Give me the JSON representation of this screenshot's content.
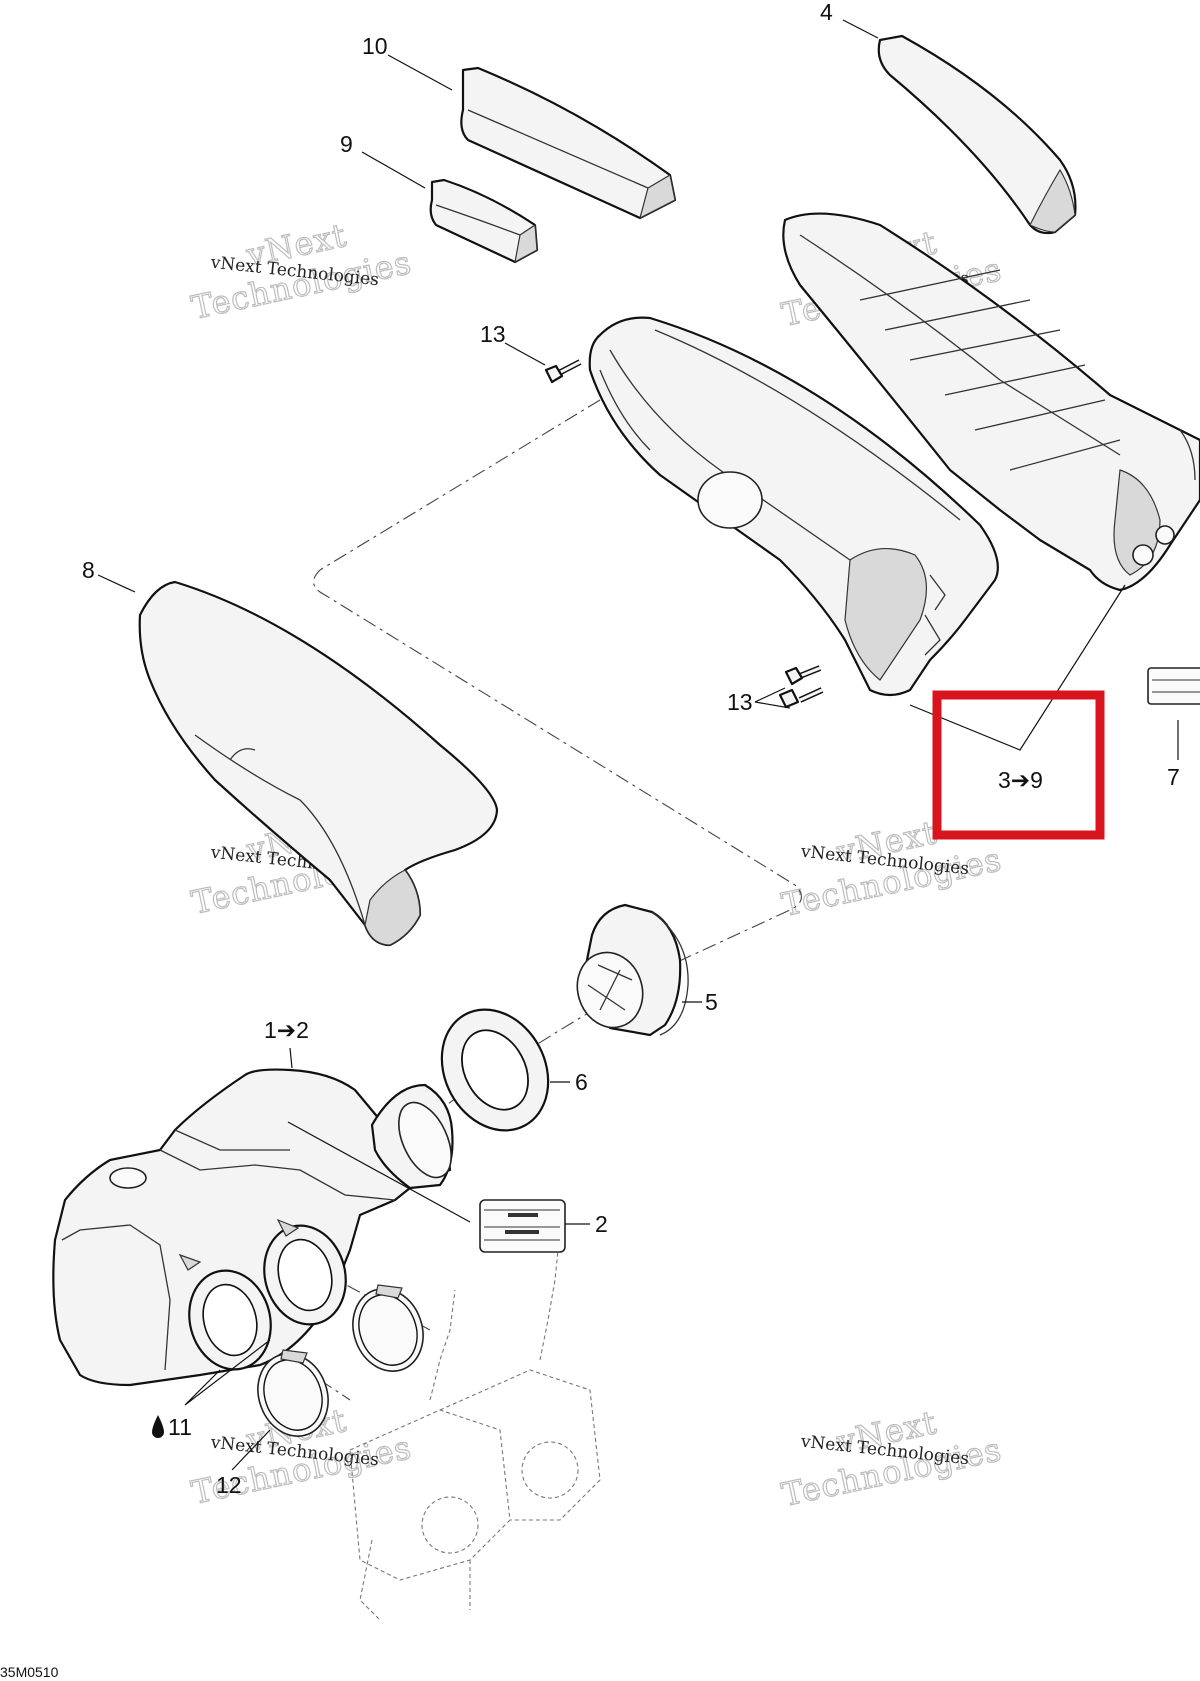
{
  "callouts": {
    "c1": "1➔2",
    "c2": "2",
    "c3": "3➔9",
    "c4": "4",
    "c5": "5",
    "c6": "6",
    "c7": "7",
    "c8": "8",
    "c9": "9",
    "c10": "10",
    "c11": "11",
    "c11_icon": "drop-icon",
    "c12": "12",
    "c13a": "13",
    "c13b": "13"
  },
  "figure_code": "35M0510",
  "watermark": {
    "small": "vNext Technologies",
    "big_top": "vNext",
    "big_bottom": "Technologies"
  },
  "highlight_color": "#d8141c"
}
